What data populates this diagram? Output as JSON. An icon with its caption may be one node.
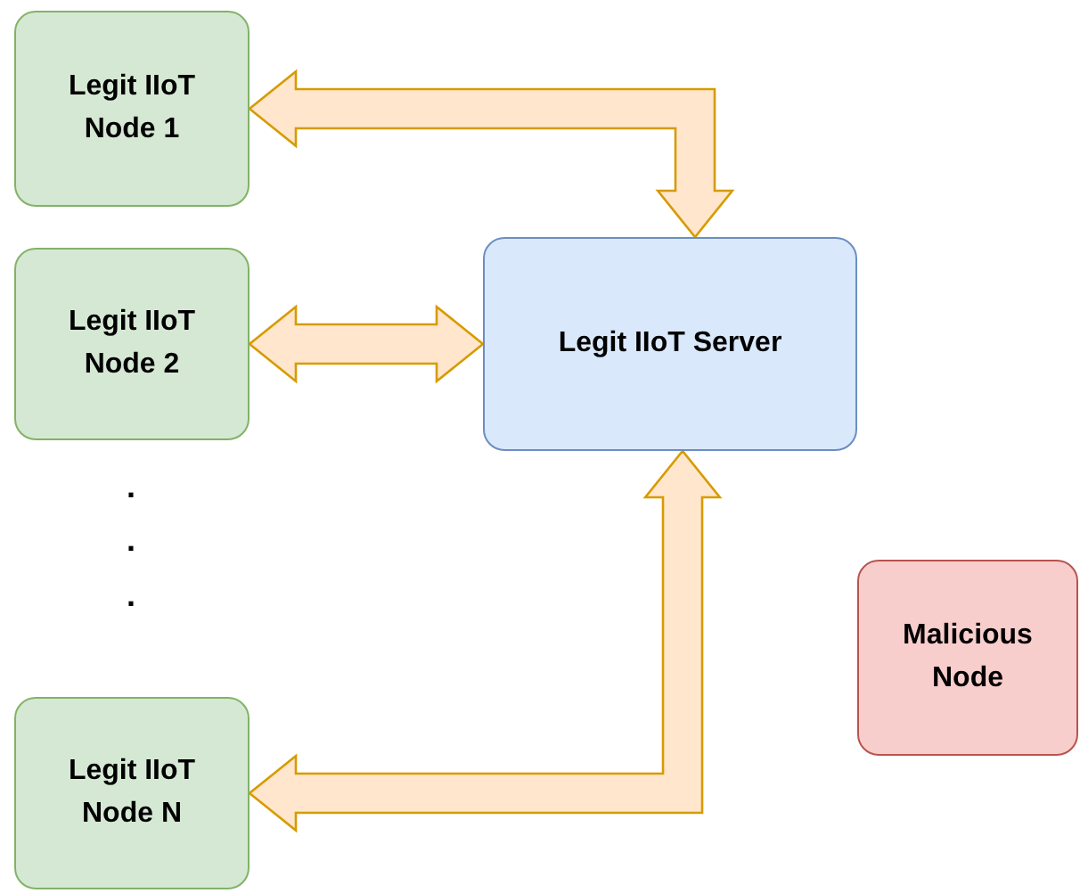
{
  "diagram": {
    "nodes": [
      {
        "text": [
          "Legit IIoT Node 1"
        ]
      },
      {
        "text": [
          "Legit IIoT Node 2"
        ]
      },
      {
        "text": [
          "Legit IIoT Node N"
        ]
      },
      {
        "text": [
          "Legit IIoT Server"
        ]
      },
      {
        "text": [
          "Malicious Node"
        ]
      }
    ],
    "edges": [
      {
        "from": 0,
        "to": 3,
        "arrow": "both",
        "style": "thick"
      },
      {
        "from": 1,
        "to": 3,
        "arrow": "both",
        "style": "thick"
      },
      {
        "from": 2,
        "to": 3,
        "arrow": "both",
        "style": "thick"
      }
    ],
    "labels": [
      ".",
      ".",
      "."
    ]
  }
}
